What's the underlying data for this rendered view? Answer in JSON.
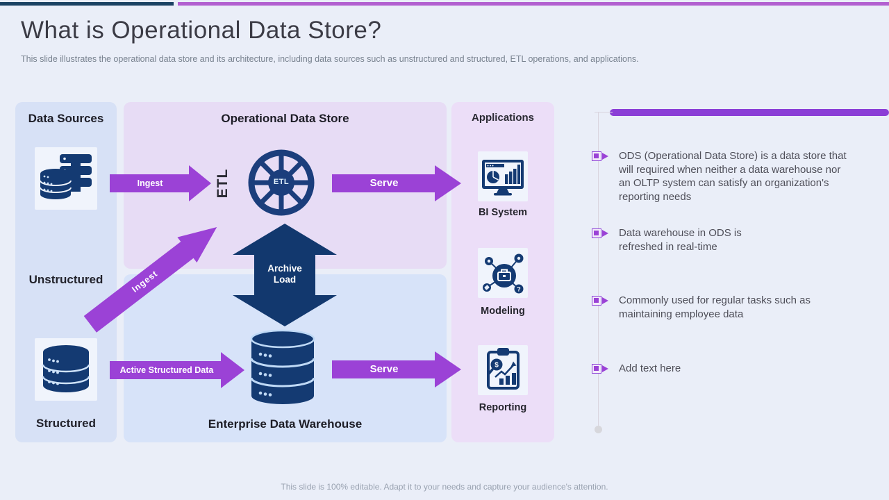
{
  "header": {
    "title": "What is Operational Data Store?",
    "subtitle": "This slide illustrates the operational data store and its architecture, including data sources such as unstructured and structured, ETL operations, and applications."
  },
  "diagram": {
    "data_sources": {
      "title": "Data Sources",
      "items": [
        {
          "label": "Unstructured",
          "icon": "unstructured-data-icon"
        },
        {
          "label": "Structured",
          "icon": "structured-database-icon"
        }
      ]
    },
    "ods": {
      "title": "Operational Data Store",
      "etl_rotated_label": "ETL",
      "etl_wheel_label": "ETL"
    },
    "edw": {
      "title": "Enterprise Data Warehouse"
    },
    "applications": {
      "title": "Applications",
      "items": [
        {
          "label": "BI System",
          "icon": "bi-monitor-icon"
        },
        {
          "label": "Modeling",
          "icon": "modeling-network-icon"
        },
        {
          "label": "Reporting",
          "icon": "reporting-clipboard-icon"
        }
      ]
    },
    "arrows": {
      "ingest_top": "Ingest",
      "ingest_diagonal": "Ingest",
      "serve_top": "Serve",
      "serve_bottom": "Serve",
      "active_structured": "Active Structured Data",
      "archive_load": "Archive\nLoad"
    }
  },
  "bullets": [
    {
      "text": "ODS (Operational Data Store) is a data store that\nwill required when neither a data warehouse nor\nan OLTP system can satisfy an organization's\nreporting needs"
    },
    {
      "text": "Data warehouse in ODS is\nrefreshed in real-time"
    },
    {
      "text": "Commonly used for regular tasks such as\nmaintaining employee data"
    },
    {
      "text": "Add text here"
    }
  ],
  "footer": "This slide is 100% editable. Adapt it to your needs and capture your audience's attention.",
  "colors": {
    "accent_purple": "#9b42d6",
    "line_purple": "#8b3ed6",
    "topbar_purple": "#b25fd0",
    "topbar_navy": "#1b4263",
    "shape_navy": "#143a72",
    "archive_navy": "#12386e",
    "panel_blue": "#d7e1f6",
    "panel_lavender": "#e7dcf5",
    "text_dark": "#22222b",
    "text_gray": "#4e4e58"
  }
}
